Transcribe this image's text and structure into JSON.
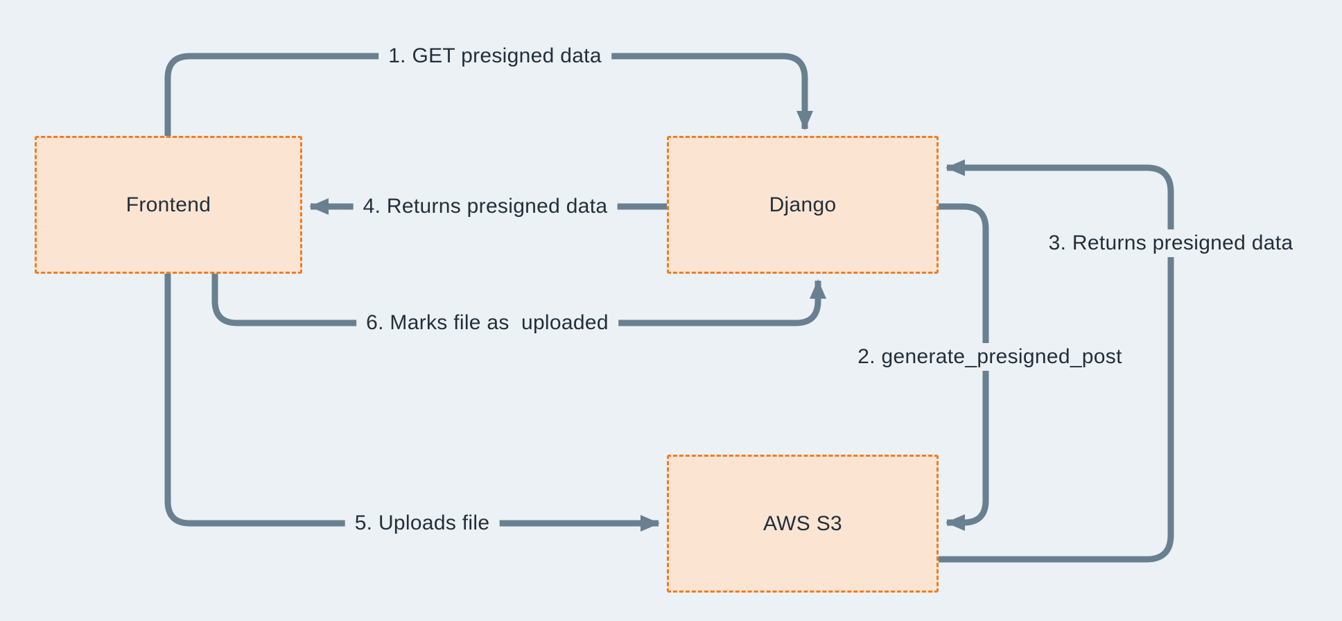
{
  "diagram": {
    "nodes": [
      {
        "id": "frontend",
        "label": "Frontend"
      },
      {
        "id": "django",
        "label": "Django"
      },
      {
        "id": "aws-s3",
        "label": "AWS S3"
      }
    ],
    "edges": [
      {
        "id": "1",
        "from": "frontend",
        "to": "django",
        "label": "1. GET presigned data"
      },
      {
        "id": "2",
        "from": "django",
        "to": "aws-s3",
        "label": "2. generate_presigned_post"
      },
      {
        "id": "3",
        "from": "aws-s3",
        "to": "django",
        "label": "3. Returns presigned data"
      },
      {
        "id": "4",
        "from": "django",
        "to": "frontend",
        "label": "4. Returns presigned data"
      },
      {
        "id": "5",
        "from": "frontend",
        "to": "aws-s3",
        "label": "5. Uploads file"
      },
      {
        "id": "6",
        "from": "frontend",
        "to": "django",
        "label": "6. Marks file as  uploaded"
      }
    ],
    "colors": {
      "background": "#ecf1f5",
      "node_fill": "#fce4d2",
      "node_border": "#f07c21",
      "arrow": "#68808f",
      "text": "#222f3a"
    }
  }
}
